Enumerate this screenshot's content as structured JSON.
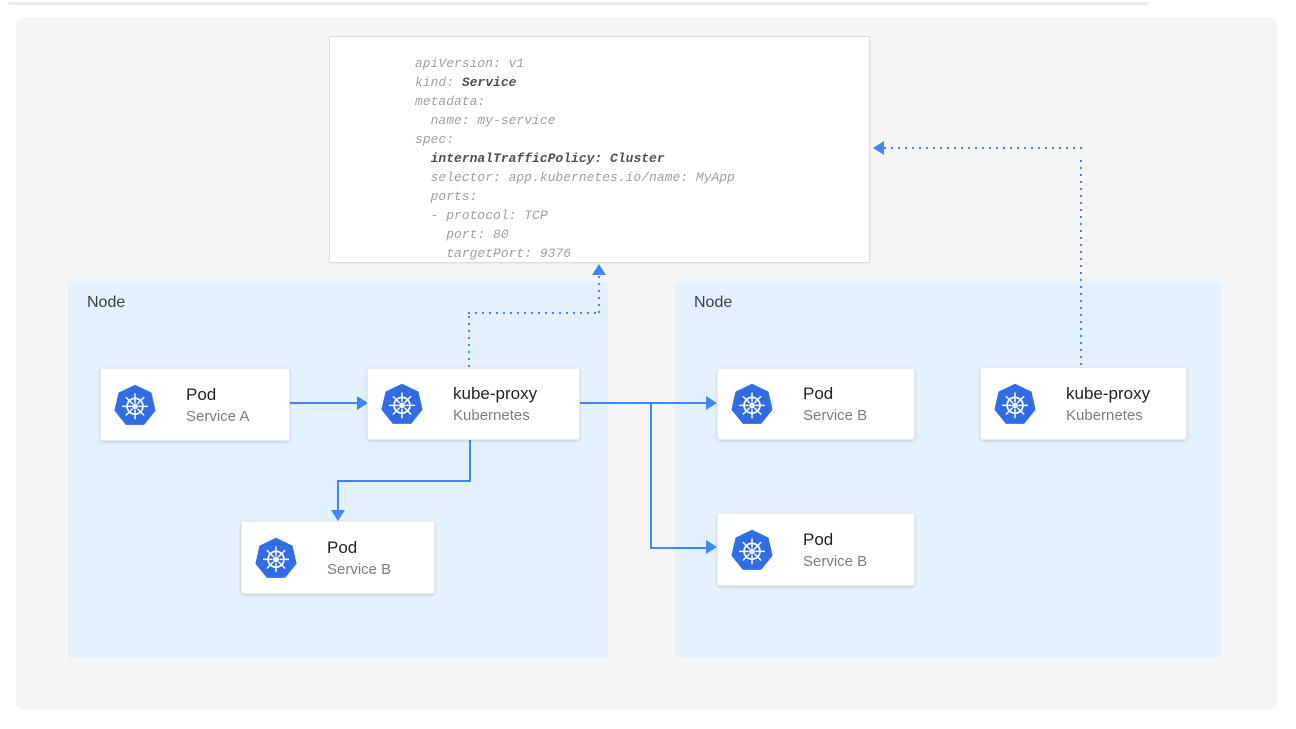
{
  "colors": {
    "accent_blue": "#4285F4",
    "k8s_blue": "#326CE5",
    "node_fill": "#E3F1FD",
    "canvas_fill": "#F5F5F6",
    "yaml_text": "#9CA0A6",
    "yaml_bold": "#4D5156"
  },
  "yaml_card": {
    "lines": [
      {
        "pre": "apiVersion: v1",
        "bold": ""
      },
      {
        "pre": "kind: ",
        "bold": "Service"
      },
      {
        "pre": "metadata:",
        "bold": ""
      },
      {
        "pre": "  name: my-service",
        "bold": ""
      },
      {
        "pre": "spec:",
        "bold": ""
      },
      {
        "pre": "  ",
        "bold": "internalTrafficPolicy: Cluster"
      },
      {
        "pre": "  selector: app.kubernetes.io/name: MyApp",
        "bold": ""
      },
      {
        "pre": "  ports:",
        "bold": ""
      },
      {
        "pre": "  - protocol: TCP",
        "bold": ""
      },
      {
        "pre": "    port: 80",
        "bold": ""
      },
      {
        "pre": "    targetPort: 9376",
        "bold": ""
      }
    ]
  },
  "nodes": {
    "left": {
      "label": "Node"
    },
    "right": {
      "label": "Node"
    }
  },
  "cards": [
    {
      "title": "Pod",
      "subtitle": "Service A"
    },
    {
      "title": "kube-proxy",
      "subtitle": "Kubernetes"
    },
    {
      "title": "Pod",
      "subtitle": "Service B"
    },
    {
      "title": "Pod",
      "subtitle": "Service B"
    },
    {
      "title": "Pod",
      "subtitle": "Service B"
    },
    {
      "title": "kube-proxy",
      "subtitle": "Kubernetes"
    }
  ],
  "icons": {
    "kubernetes": "kubernetes-helm-wheel"
  }
}
